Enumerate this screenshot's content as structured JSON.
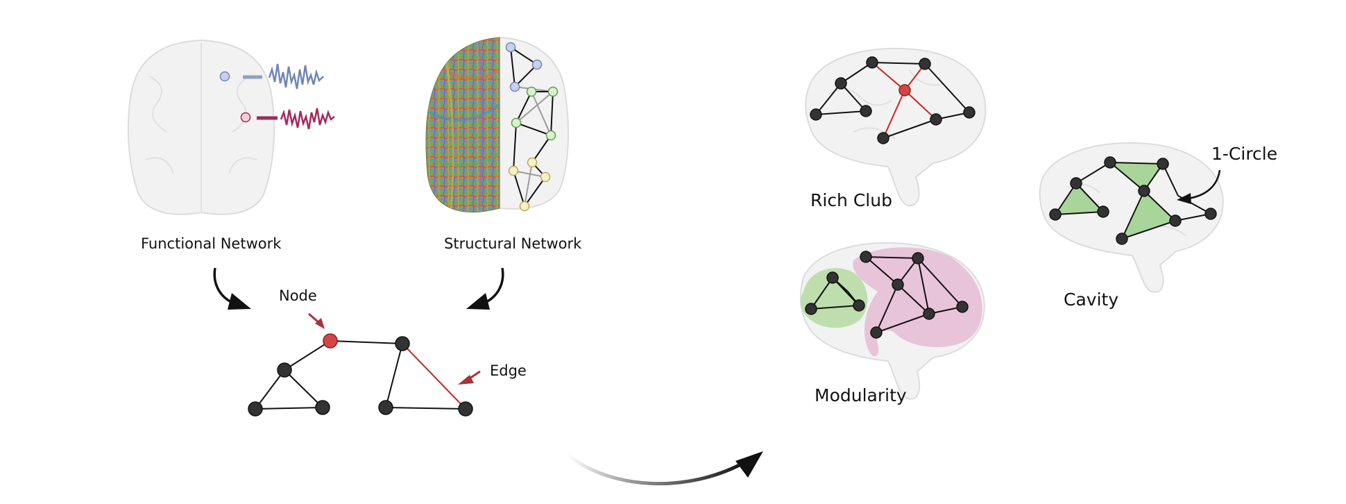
{
  "labels": {
    "functional_network": "Functional Network",
    "structural_network": "Structural Network",
    "node": "Node",
    "edge": "Edge",
    "rich_club": "Rich Club",
    "modularity": "Modularity",
    "cavity": "Cavity",
    "one_circle": "1-Circle"
  },
  "colors": {
    "node_dark": "#333333",
    "node_highlight": "#d64545",
    "edge_highlight": "#cc2222",
    "signal_blue": "#6f86b8",
    "signal_red": "#a3285c",
    "module_green": "#b8dca6",
    "module_pink": "#e7bfd6",
    "cavity_green": "#a9d59a"
  }
}
